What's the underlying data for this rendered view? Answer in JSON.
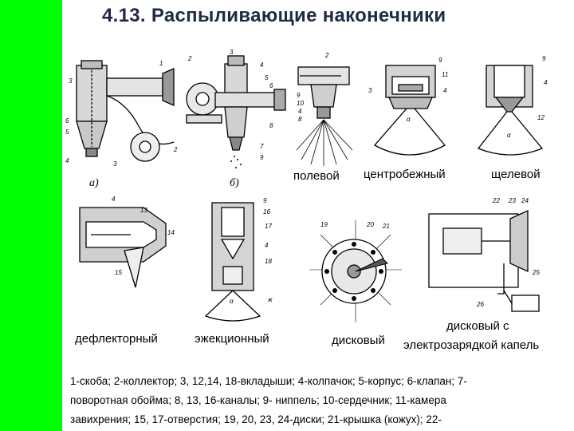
{
  "title": "4.13. Распыливающие наконечники",
  "accent_color": "#00ff00",
  "title_color": "#1f2a44",
  "figures": {
    "a": {
      "label": "а)",
      "numbers": [
        "1",
        "2",
        "3",
        "4",
        "5",
        "6",
        "3"
      ]
    },
    "b": {
      "label": "б)",
      "numbers": [
        "3",
        "4",
        "5",
        "6",
        "2",
        "8",
        "7",
        "9"
      ]
    },
    "field": {
      "label": "полевой",
      "numbers": [
        "2",
        "9",
        "10",
        "4",
        "8"
      ]
    },
    "centrifugal": {
      "label": "центробежный",
      "numbers": [
        "9",
        "11",
        "3",
        "4",
        "α"
      ]
    },
    "slot": {
      "label": "щелевой",
      "numbers": [
        "9",
        "4",
        "12",
        "α"
      ]
    },
    "deflector": {
      "label": "дефлекторный",
      "numbers": [
        "4",
        "13",
        "14",
        "15"
      ]
    },
    "ejection": {
      "label": "эжекционный",
      "numbers": [
        "9",
        "16",
        "17",
        "4",
        "18",
        "α",
        "ж"
      ]
    },
    "disk": {
      "label": "дисковый",
      "numbers": [
        "19",
        "20",
        "21"
      ]
    },
    "disk_charge": {
      "label_line1": "дисковый с",
      "label_line2": "электрозарядкой капель",
      "numbers": [
        "22",
        "23",
        "24",
        "25",
        "26"
      ]
    }
  },
  "legend": {
    "line1": "1-скоба; 2-коллектор; 3, 12,14, 18-вкладыши; 4-колпачок; 5-корпус; 6-клапан; 7-",
    "line2": "поворотная обойма; 8, 13, 16-каналы; 9- ниппель; 10-сердечник; 11-камера",
    "line3": "завихрения; 15, 17-отверстия; 19, 20, 23, 24-диски; 21-крышка (кожух); 22-"
  }
}
